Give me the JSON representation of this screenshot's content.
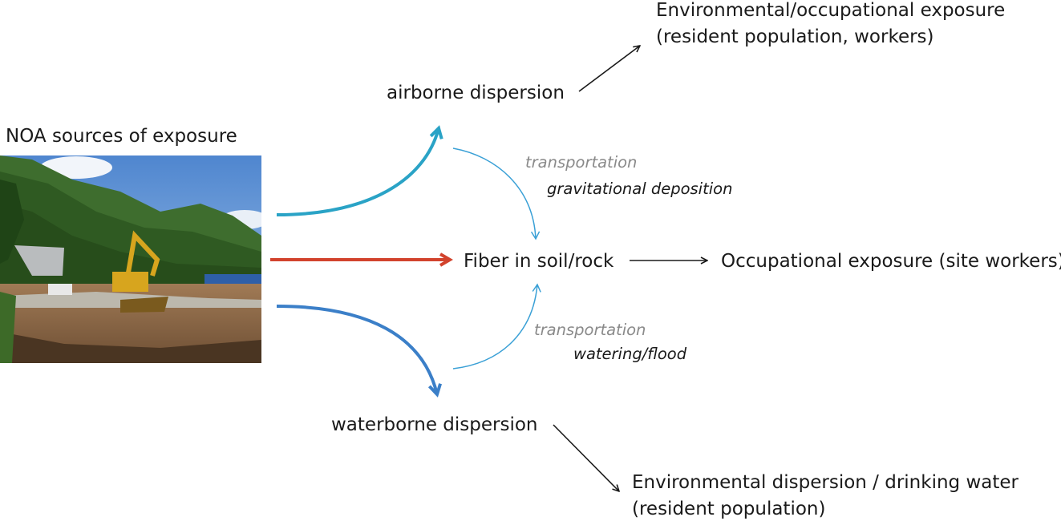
{
  "diagram": {
    "source_title": "NOA sources of exposure",
    "airborne": "airborne dispersion",
    "waterborne": "waterborne dispersion",
    "fiber": "Fiber in soil/rock",
    "occupational": "Occupational exposure (site workers)",
    "env_occ_line1": "Environmental/occupational exposure",
    "env_occ_line2": "(resident population, workers)",
    "env_disp_line1": "Environmental dispersion / drinking water",
    "env_disp_line2": "(resident population)",
    "transport_top": "transportation",
    "gravitational": "gravitational deposition",
    "transport_bottom": "transportation",
    "watering": "watering/flood"
  },
  "colors": {
    "airborne_arrow": "#2aa3c6",
    "main_arrow": "#d2432d",
    "waterborne_arrow": "#3b7fc8",
    "thin_blue": "#3aa0d6",
    "black_arrow": "#1a1a1a"
  },
  "photo": {
    "icon": "construction-site-photo"
  }
}
